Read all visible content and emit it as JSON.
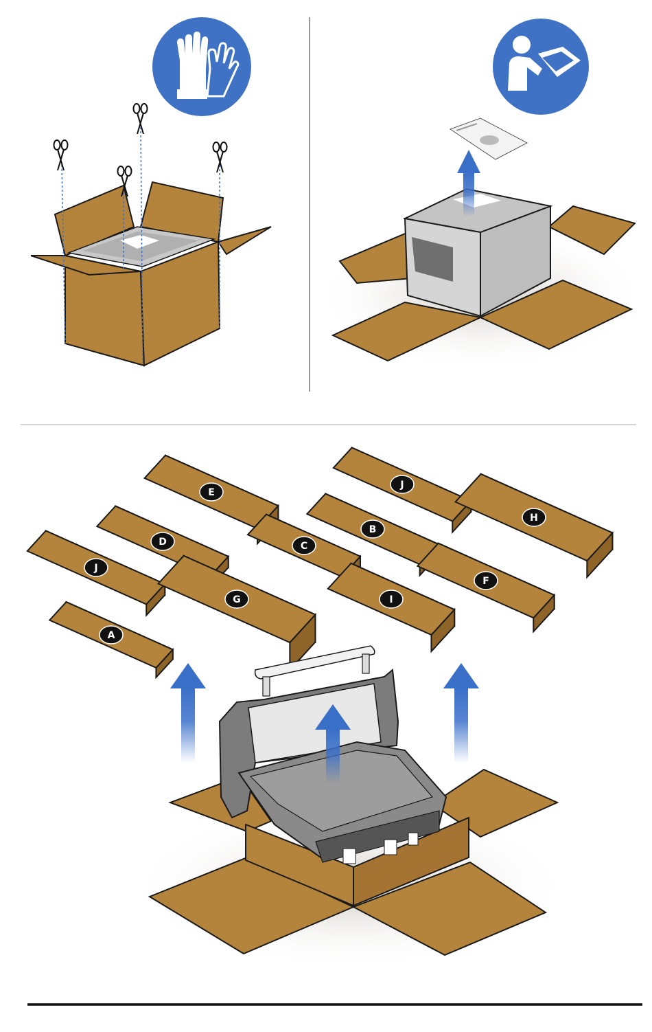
{
  "colors": {
    "cardboard": "#b5843c",
    "cardboard_dark": "#8f6428",
    "cardboard_side": "#a67432",
    "outline": "#1a1a1a",
    "icon_blue": "#3f72c4",
    "arrow_blue": "#3a6fc8",
    "grill_gray": "#7c7c7c",
    "grill_light": "#e8e8e8",
    "divider": "#bdbdbd"
  },
  "icons": [
    "gloves-icon",
    "read-manual-icon",
    "scissors-icon",
    "up-arrow-icon"
  ],
  "parts": [
    {
      "id": "E",
      "label": "E"
    },
    {
      "id": "J1",
      "label": "J"
    },
    {
      "id": "H",
      "label": "H"
    },
    {
      "id": "D",
      "label": "D"
    },
    {
      "id": "C",
      "label": "C"
    },
    {
      "id": "B",
      "label": "B"
    },
    {
      "id": "J2",
      "label": "J"
    },
    {
      "id": "F",
      "label": "F"
    },
    {
      "id": "G",
      "label": "G"
    },
    {
      "id": "I",
      "label": "I"
    },
    {
      "id": "A",
      "label": "A"
    }
  ]
}
